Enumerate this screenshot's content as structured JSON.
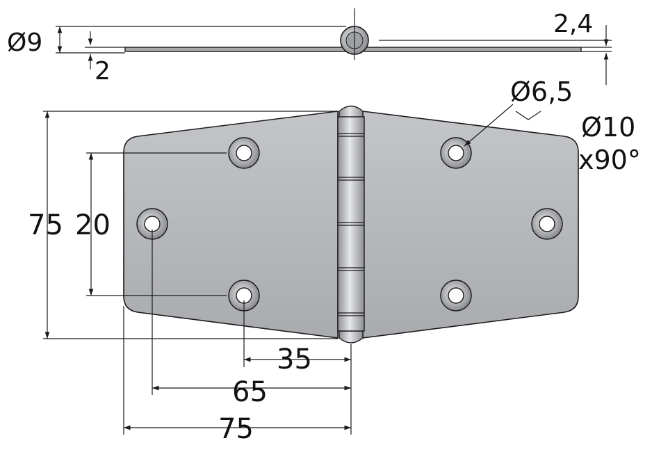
{
  "colors": {
    "plate": "#b4b6b9",
    "plate_shade": "#9c9ea2",
    "outline": "#1a1a1a",
    "knuckle": "#c9cbce",
    "background": "#ffffff"
  },
  "side_view": {
    "pin_diameter": "Ø9",
    "leaf_gap": "2",
    "leaf_thickness": "2,4"
  },
  "top_view": {
    "hole_diameter": "Ø6,5",
    "countersink_diameter": "Ø10",
    "countersink_angle": "x90°",
    "overall_height": "75",
    "hole_spacing": "20",
    "dim_35": "35",
    "dim_65": "65",
    "dim_75": "75"
  }
}
